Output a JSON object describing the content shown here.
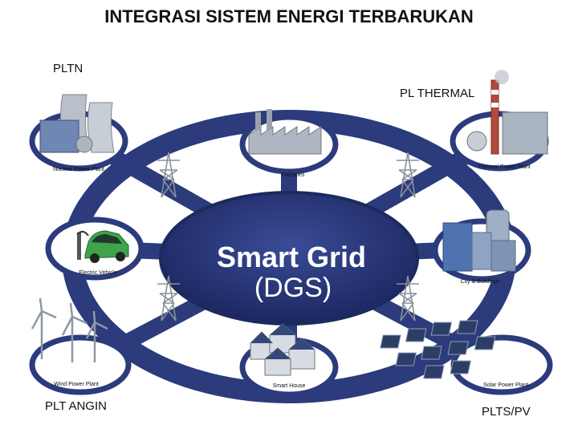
{
  "title": "INTEGRASI SISTEM ENERGI TERBARUKAN",
  "labels": {
    "pltn": "PLTN",
    "pl_thermal": "PL THERMAL",
    "plt_angin": "PLT ANGIN",
    "plts_pv": "PLTS/PV"
  },
  "center": {
    "name": "Smart Grid",
    "subtitle": "(DGS)"
  },
  "nodes": {
    "nuclear": "Nuclear Power Plant",
    "factories": "Factories",
    "thermal": "Thermal Power Plant",
    "electric_vehicle": "Electric Vehicle",
    "city": "City & Buildings",
    "wind": "Wind Power Plant",
    "smart_house": "Smart House",
    "solar": "Solar Power Plant"
  },
  "colors": {
    "ring": "#2b3b7c",
    "ring_dark": "#1c2a5e",
    "ellipse_fill": "#24306b",
    "node_fill": "#ffffff",
    "buildings": "#9aa7b8",
    "car": "#3fa34d",
    "panel": "#2c3e66"
  },
  "icons": [
    "nuclear-plant-icon",
    "factory-icon",
    "thermal-plant-icon",
    "electric-car-icon",
    "city-buildings-icon",
    "wind-turbine-icon",
    "smart-house-icon",
    "solar-panel-icon",
    "transmission-tower-icon"
  ]
}
